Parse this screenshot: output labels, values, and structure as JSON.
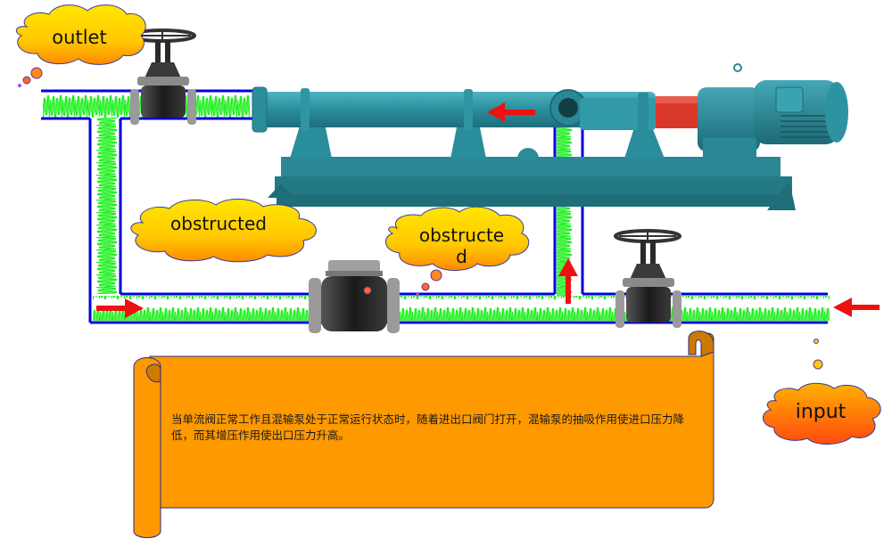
{
  "diagram": {
    "labels": {
      "outlet": "outlet",
      "obstructed_left": "obstructed",
      "obstructed_right_line1": "obstructe",
      "obstructed_right_line2": "d",
      "input": "input"
    },
    "description": "当单流阀正常工作且混输泵处于正常运行状态时，随着进出口阀门打开，混输泵的抽吸作用使进口压力降低，而其增压作用使出口压力升高。",
    "components": {
      "outlet_gate_valve": "gate-valve",
      "inlet_gate_valve": "gate-valve",
      "check_valve": "check-valve",
      "pump": "screw-mixing-pump",
      "motor": "electric-motor"
    },
    "flow_arrows": [
      {
        "id": "inlet-arrow",
        "direction": "left"
      },
      {
        "id": "riser-arrow",
        "direction": "up"
      },
      {
        "id": "pump-arrow",
        "direction": "left"
      },
      {
        "id": "bypass-arrow",
        "direction": "right"
      }
    ],
    "colors": {
      "pipe_outline": "#0000e0",
      "fluid": "#22ee22",
      "arrow": "#ee1111",
      "pump_body": "#2a8c99",
      "coupling": "#d8382c",
      "cloud_yellow": "#ffd400",
      "cloud_orange": "#ff7a10",
      "scroll": "#ff9900"
    }
  }
}
